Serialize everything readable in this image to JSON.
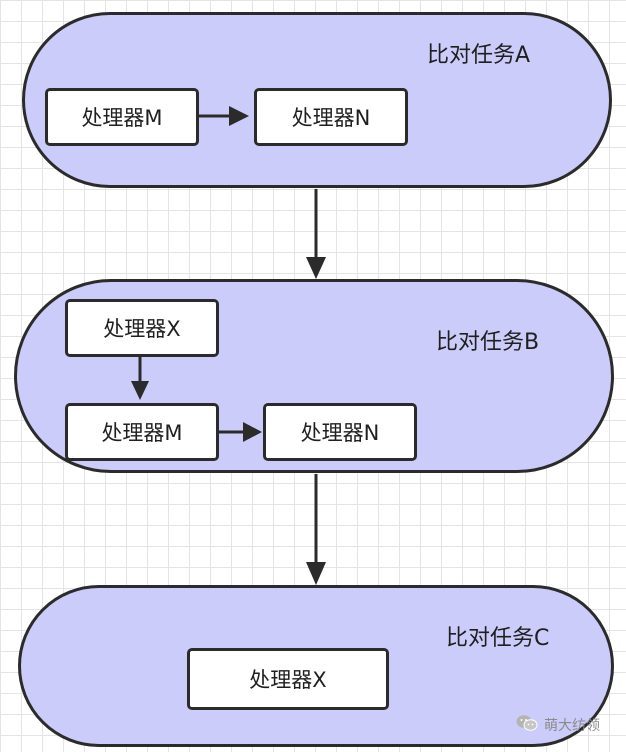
{
  "tasks": [
    {
      "label": "比对任务A"
    },
    {
      "label": "比对任务B"
    },
    {
      "label": "比对任务C"
    }
  ],
  "processors": {
    "a_m": "处理器M",
    "a_n": "处理器N",
    "b_x": "处理器X",
    "b_m": "处理器M",
    "b_n": "处理器N",
    "c_x": "处理器X"
  },
  "watermark": {
    "text": "萌大纺领"
  },
  "colors": {
    "task_fill": "#ccccfa",
    "stroke": "#2b2b2b",
    "grid": "#e4e4e4"
  }
}
